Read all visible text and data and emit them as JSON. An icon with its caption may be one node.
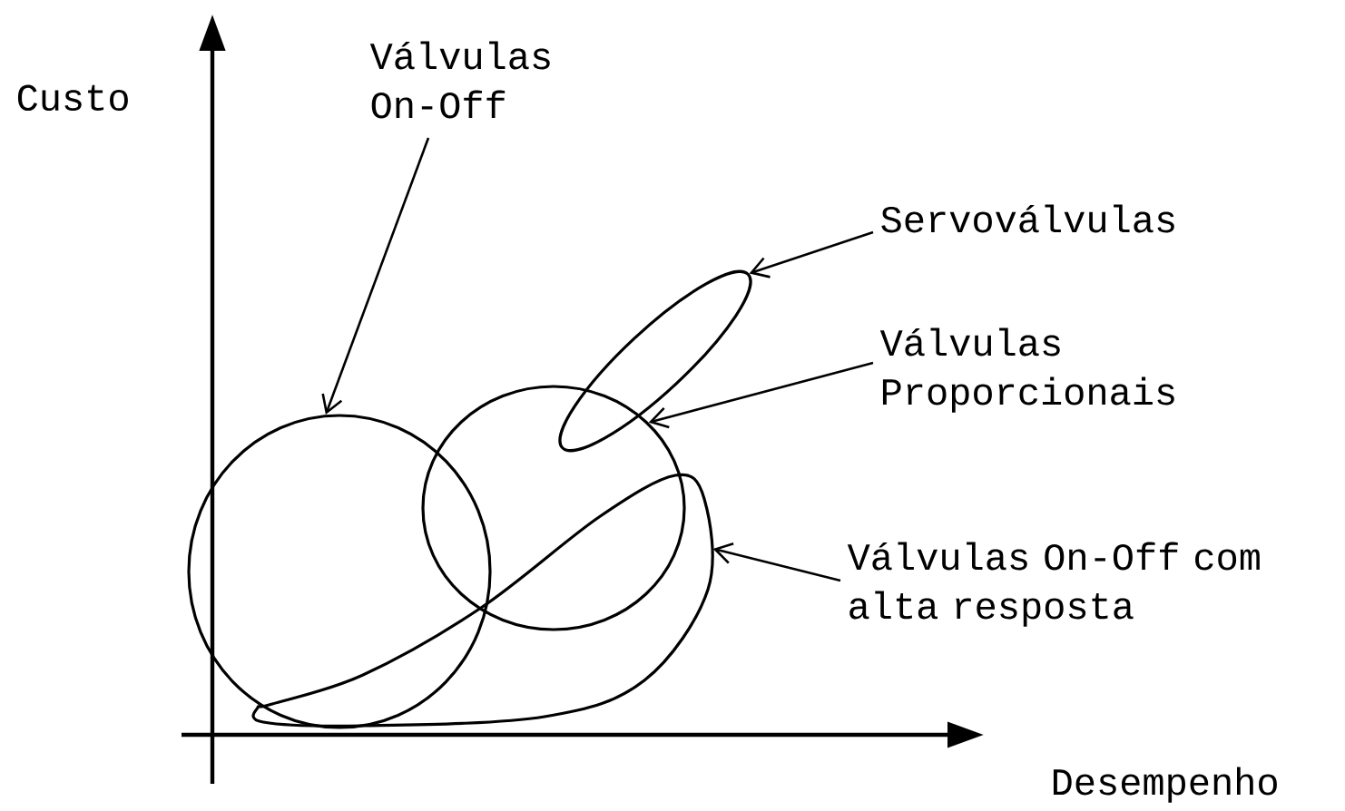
{
  "diagram": {
    "nodes": [
      {
        "text": [
          "Válvulas On-Off"
        ]
      },
      {
        "text": [
          "Servoválvulas"
        ]
      },
      {
        "text": [
          "Válvulas Proporcionais"
        ]
      },
      {
        "text": [
          "Válvulas On-Off com alta resposta"
        ]
      },
      {
        "text": [],
        "shape": "circle"
      },
      {
        "text": [],
        "shape": "ellipse"
      },
      {
        "text": [],
        "shape": "circle"
      },
      {
        "text": [],
        "shape": "loop"
      }
    ],
    "edges": [
      {
        "from": 0,
        "to": 4,
        "arrow": "to"
      },
      {
        "from": 1,
        "to": 5,
        "arrow": "to"
      },
      {
        "from": 2,
        "to": 6,
        "arrow": "to"
      },
      {
        "from": 3,
        "to": 7,
        "arrow": "to"
      }
    ],
    "labels": [
      "Custo",
      "Desempenho"
    ]
  }
}
